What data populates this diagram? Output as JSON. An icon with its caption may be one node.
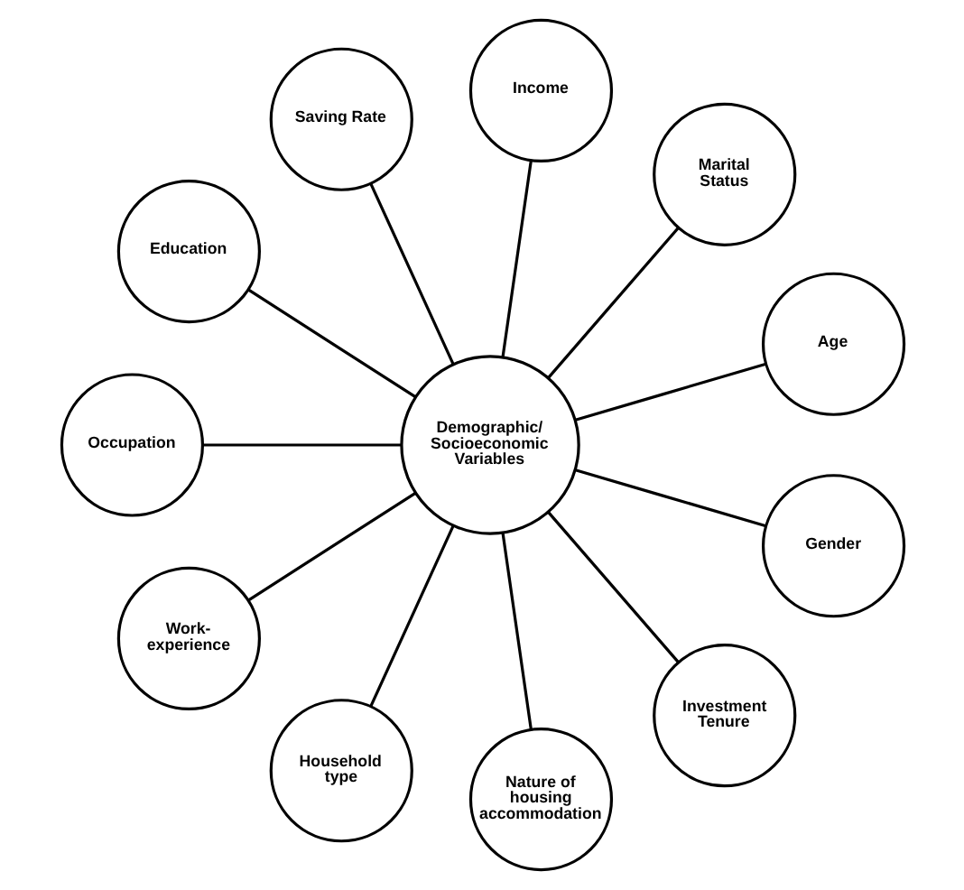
{
  "diagram": {
    "nodes": [
      {
        "text": [
          "Demographic/ Socioeconomic Variables"
        ]
      },
      {
        "text": [
          "Age"
        ]
      },
      {
        "text": [
          "Marital Status"
        ]
      },
      {
        "text": [
          "Income"
        ]
      },
      {
        "text": [
          "Saving Rate"
        ]
      },
      {
        "text": [
          "Education"
        ]
      },
      {
        "text": [
          "Occupation"
        ]
      },
      {
        "text": [
          "Work-experience"
        ]
      },
      {
        "text": [
          "Household type"
        ]
      },
      {
        "text": [
          "Nature of housing accommodation"
        ]
      },
      {
        "text": [
          "Investment Tenure"
        ]
      },
      {
        "text": [
          "Gender"
        ]
      }
    ],
    "edges": [
      {
        "from": 0,
        "to": 1,
        "arrow": "none"
      },
      {
        "from": 0,
        "to": 2,
        "arrow": "none"
      },
      {
        "from": 0,
        "to": 3,
        "arrow": "none"
      },
      {
        "from": 0,
        "to": 4,
        "arrow": "none"
      },
      {
        "from": 0,
        "to": 5,
        "arrow": "none"
      },
      {
        "from": 0,
        "to": 6,
        "arrow": "none"
      },
      {
        "from": 0,
        "to": 7,
        "arrow": "none"
      },
      {
        "from": 0,
        "to": 8,
        "arrow": "none"
      },
      {
        "from": 0,
        "to": 9,
        "arrow": "none"
      },
      {
        "from": 0,
        "to": 10,
        "arrow": "none"
      },
      {
        "from": 0,
        "to": 11,
        "arrow": "none"
      }
    ]
  }
}
